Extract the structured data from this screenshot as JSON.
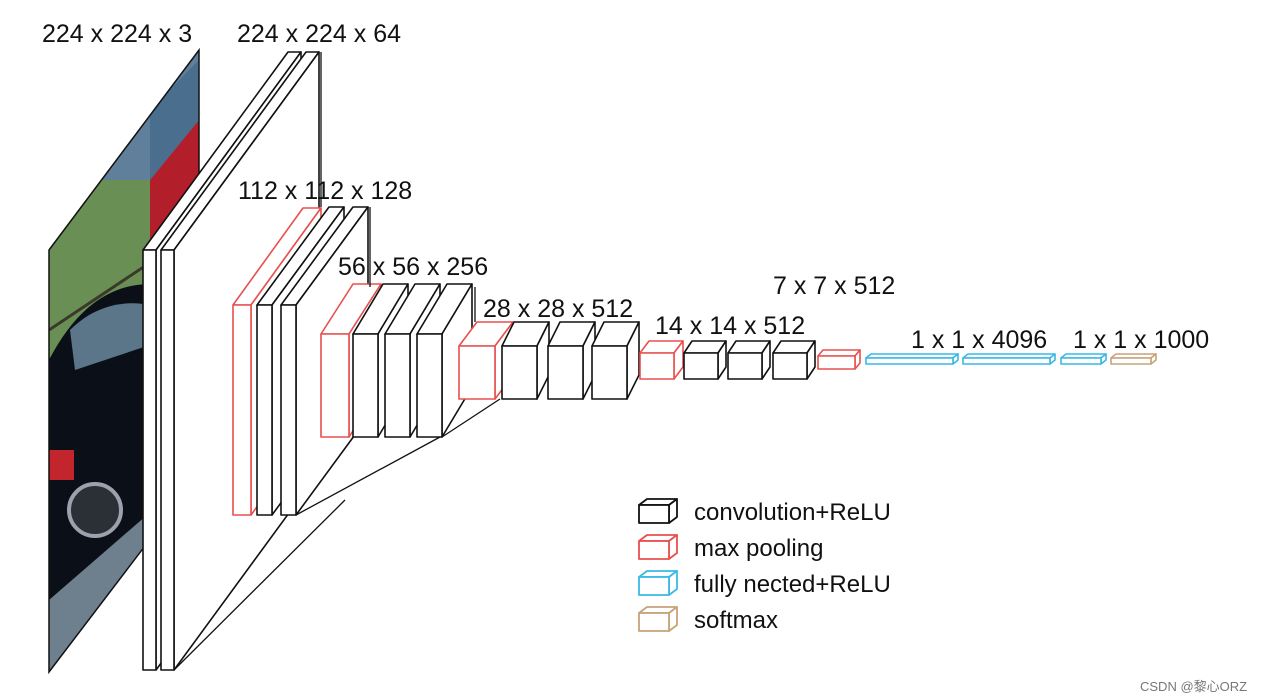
{
  "colors": {
    "conv": "#111111",
    "pool": "#e8504f",
    "fc": "#38b9e6",
    "softmax": "#c8a27a",
    "photo_sky": "#5f7f9a",
    "photo_barn": "#b21f2a",
    "photo_grass": "#6a8f55",
    "photo_car": "#0b0f18"
  },
  "dimension_labels": {
    "input": "224 x 224 x 3",
    "conv1": "224 x 224 x 64",
    "conv2": "112 x 112 x 128",
    "conv3": "56 x 56 x 256",
    "conv4": "28 x 28 x 512",
    "conv5": "14 x 14 x 512",
    "pool5": "7 x 7 x 512",
    "fc": "1 x 1 x 4096",
    "output": "1 x 1 x 1000"
  },
  "legend": [
    {
      "kind": "conv",
      "label": "convolution+ReLU"
    },
    {
      "kind": "pool",
      "label": "max pooling"
    },
    {
      "kind": "fc",
      "label": "fully nected+ReLU"
    },
    {
      "kind": "softmax",
      "label": "softmax"
    }
  ],
  "watermark": "CSDN @黎心ORZ",
  "icons": {
    "input_photo": "car-photo-icon"
  }
}
